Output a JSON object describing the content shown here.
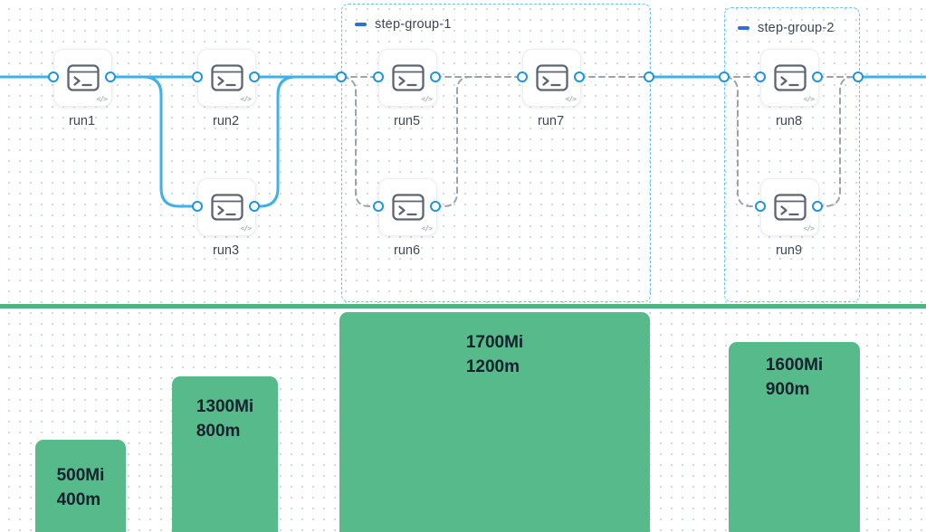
{
  "canvas": {
    "kind": "workflow-pipeline-editor",
    "colors": {
      "edge_solid_blue": "#3fb0e8",
      "edge_dashed_gray": "#9ca3ad",
      "port_ring_blue": "#1e96dc",
      "group_border_blue": "#66c4f0",
      "group_dash_icon_blue": "#2e6fd8",
      "resource_bar_green": "#57ba8b",
      "divider_green": "#4db583",
      "node_icon_gray": "#5c6472"
    }
  },
  "nodes": [
    {
      "id": "run1",
      "label": "run1",
      "icon": "terminal-icon",
      "badge": "code-icon"
    },
    {
      "id": "run2",
      "label": "run2",
      "icon": "terminal-icon",
      "badge": "code-icon"
    },
    {
      "id": "run3",
      "label": "run3",
      "icon": "terminal-icon",
      "badge": "code-icon"
    },
    {
      "id": "run5",
      "label": "run5",
      "icon": "terminal-icon",
      "badge": "code-icon"
    },
    {
      "id": "run6",
      "label": "run6",
      "icon": "terminal-icon",
      "badge": "code-icon"
    },
    {
      "id": "run7",
      "label": "run7",
      "icon": "terminal-icon",
      "badge": "code-icon"
    },
    {
      "id": "run8",
      "label": "run8",
      "icon": "terminal-icon",
      "badge": "code-icon"
    },
    {
      "id": "run9",
      "label": "run9",
      "icon": "terminal-icon",
      "badge": "code-icon"
    }
  ],
  "groups": [
    {
      "label": "step-group-1",
      "collapse_icon": "collapse-dash-icon"
    },
    {
      "label": "step-group-2",
      "collapse_icon": "collapse-dash-icon"
    }
  ],
  "edges": {
    "solid": [
      "start→run1",
      "run1→run2",
      "run1→run3",
      "run2→step-group-1",
      "run3→step-group-1",
      "step-group-1→step-group-2",
      "step-group-2→end"
    ],
    "dashed": [
      "group1-in→run5",
      "group1-in→run6",
      "run5→run7",
      "run6→run7",
      "run7→group1-out",
      "group2-in→run8",
      "group2-in→run9",
      "run8→group2-out",
      "run9→group2-out"
    ]
  },
  "resource_chart": {
    "type": "bar",
    "bars": [
      {
        "memory": "500Mi",
        "cpu": "400m"
      },
      {
        "memory": "1300Mi",
        "cpu": "800m"
      },
      {
        "memory": "1700Mi",
        "cpu": "1200m"
      },
      {
        "memory": "1600Mi",
        "cpu": "900m"
      }
    ]
  }
}
